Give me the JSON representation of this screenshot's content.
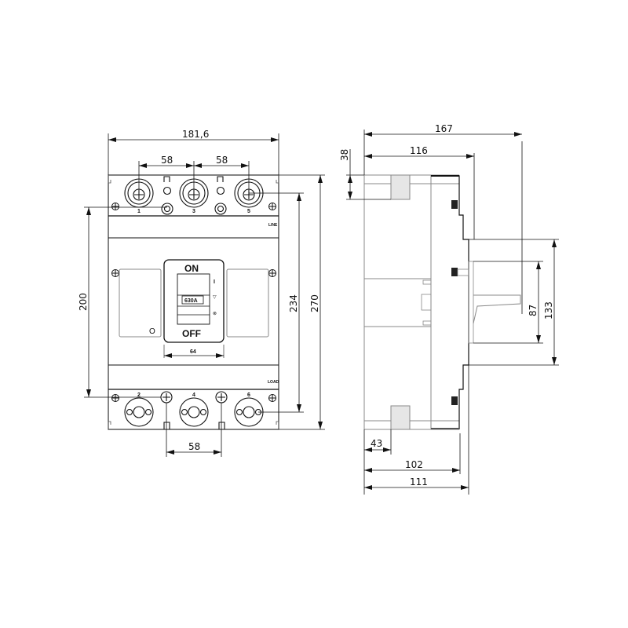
{
  "drawing": {
    "title": "Molded case circuit breaker dimensional drawing",
    "views": [
      "front-view",
      "side-view"
    ]
  },
  "front_view": {
    "dimensions": {
      "overall_width": "181,6",
      "top_terminal_pitch_left": "58",
      "top_terminal_pitch_right": "58",
      "mounting_hole_vertical": "200",
      "terminal_center_vertical": "234",
      "overall_height": "270",
      "handle_window_width": "64",
      "bottom_mounting_pitch": "58"
    },
    "terminal_labels_top": [
      "1",
      "3",
      "5"
    ],
    "terminal_labels_bottom": [
      "2",
      "4",
      "6"
    ],
    "line_label": "LINE",
    "load_label": "LOAD",
    "handle": {
      "on_label": "ON",
      "off_label": "OFF",
      "rating_label": "630A",
      "indicator_on": "I",
      "indicator_trip": "▽",
      "indicator_test": "⊗"
    },
    "accessory_symbol": "O"
  },
  "side_view": {
    "dimensions": {
      "overall_depth": "167",
      "body_depth": "116",
      "top_offset": "38",
      "handle_height_outer": "133",
      "handle_height_inner": "87",
      "mounting_offset": "43",
      "base_depth": "102",
      "front_face_depth": "111"
    }
  },
  "colors": {
    "line": "#111111",
    "body_gray": "#888888",
    "fill_light": "#e6e6e6"
  }
}
